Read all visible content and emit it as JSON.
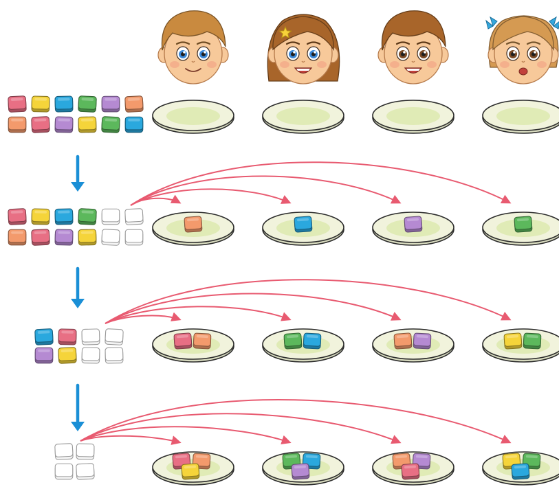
{
  "colors": {
    "pink": "#e86f84",
    "yellow": "#f5d43a",
    "blue": "#2aa8de",
    "green": "#5cb85c",
    "purple": "#b58ad2",
    "orange": "#f39a6c",
    "empty": "#ffffff",
    "arrow_blue": "#1a8fd6",
    "arrow_red": "#e85a70",
    "plate_rim": "#f1f3dc",
    "plate_center": "#e0ebb6"
  },
  "children": [
    {
      "name": "boy-light",
      "hair": "#c98a3f",
      "eyes": "blue"
    },
    {
      "name": "girl-star-clip",
      "hair": "#a8652a",
      "eyes": "blue"
    },
    {
      "name": "boy-brown",
      "hair": "#a8652a",
      "eyes": "brown"
    },
    {
      "name": "girl-pigtails",
      "hair": "#d59a52",
      "eyes": "brown"
    }
  ],
  "steps": [
    {
      "pile": [
        [
          "pink",
          "yellow",
          "blue",
          "green",
          "purple",
          "orange"
        ],
        [
          "orange",
          "pink",
          "purple",
          "yellow",
          "green",
          "blue"
        ]
      ],
      "plates": [
        [],
        [],
        [],
        []
      ]
    },
    {
      "pile": [
        [
          "pink",
          "yellow",
          "blue",
          "green",
          "empty",
          "empty"
        ],
        [
          "orange",
          "pink",
          "purple",
          "yellow",
          "empty",
          "empty"
        ]
      ],
      "plates": [
        [
          "orange"
        ],
        [
          "blue"
        ],
        [
          "purple"
        ],
        [
          "green"
        ]
      ]
    },
    {
      "pile": [
        [
          "blue",
          "pink",
          "empty",
          "empty"
        ],
        [
          "purple",
          "yellow",
          "empty",
          "empty"
        ]
      ],
      "plates": [
        [
          "pink",
          "orange"
        ],
        [
          "green",
          "blue"
        ],
        [
          "orange",
          "purple"
        ],
        [
          "yellow",
          "green"
        ]
      ]
    },
    {
      "pile": [
        [
          "empty",
          "empty"
        ],
        [
          "empty",
          "empty"
        ]
      ],
      "plates": [
        [
          "pink",
          "orange",
          "yellow"
        ],
        [
          "green",
          "blue",
          "purple"
        ],
        [
          "orange",
          "purple",
          "pink"
        ],
        [
          "yellow",
          "green",
          "blue"
        ]
      ]
    }
  ]
}
